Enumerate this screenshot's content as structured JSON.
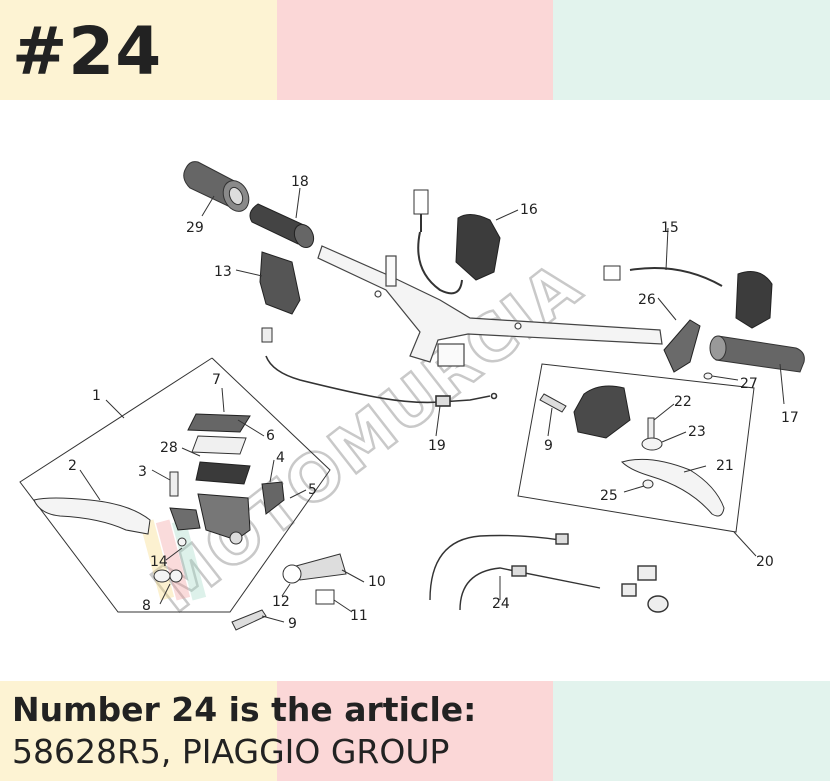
{
  "header": {
    "number_badge": "#24"
  },
  "footer": {
    "line1": "Number 24 is the article:",
    "line2": "58628R5, PIAGGIO GROUP"
  },
  "watermark": {
    "text": "MOTOMURCIA"
  },
  "diagram": {
    "callouts": {
      "c1": "1",
      "c2": "2",
      "c3": "3",
      "c4": "4",
      "c5": "5",
      "c6": "6",
      "c7": "7",
      "c8": "8",
      "c9a": "9",
      "c9b": "9",
      "c10": "10",
      "c11": "11",
      "c12": "12",
      "c13": "13",
      "c14": "14",
      "c15": "15",
      "c16": "16",
      "c17": "17",
      "c18": "18",
      "c19": "19",
      "c20": "20",
      "c21": "21",
      "c22": "22",
      "c23": "23",
      "c24": "24",
      "c25": "25",
      "c26": "26",
      "c27": "27",
      "c28": "28",
      "c29": "29"
    }
  },
  "colors": {
    "band_yellow": "#fdf3d3",
    "band_pink": "#fbd7d7",
    "band_mint": "#e2f3ed",
    "part_dark": "#4a4a4a",
    "line": "#333333"
  }
}
